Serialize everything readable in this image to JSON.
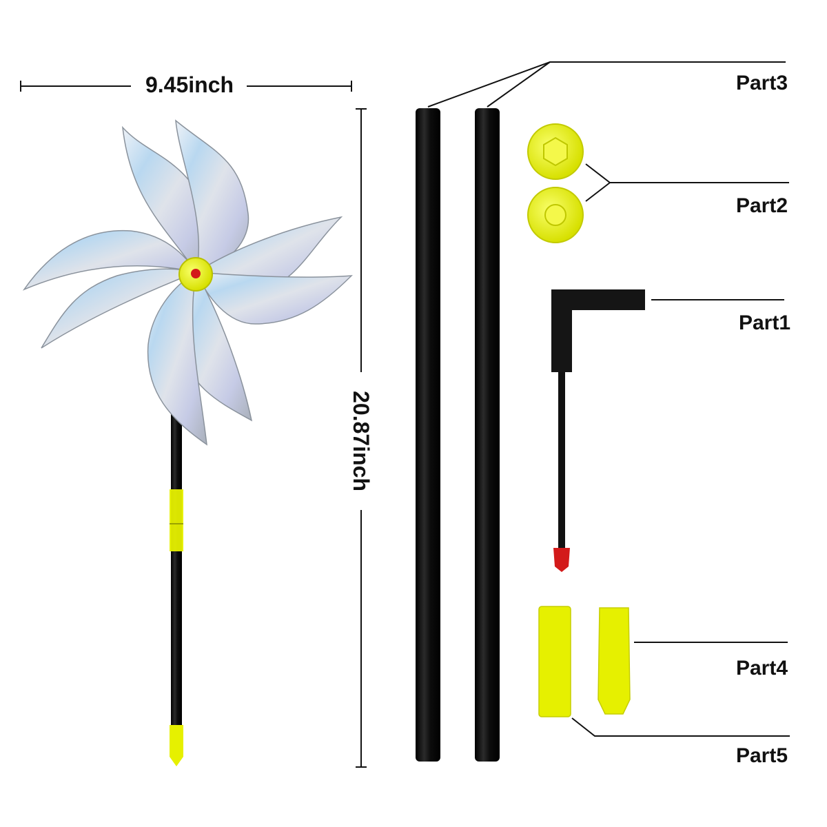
{
  "dimensions": {
    "width_label": "9.45inch",
    "height_label": "20.87inch"
  },
  "parts": [
    {
      "id": "part1",
      "label": "Part1"
    },
    {
      "id": "part2",
      "label": "Part2"
    },
    {
      "id": "part3",
      "label": "Part3"
    },
    {
      "id": "part4",
      "label": "Part4"
    },
    {
      "id": "part5",
      "label": "Part5"
    }
  ],
  "colors": {
    "pole": "#141414",
    "accent_yellow": "#e6f000",
    "cap_red": "#d31a1a",
    "foil": "#c9ced6",
    "line": "#111111"
  }
}
